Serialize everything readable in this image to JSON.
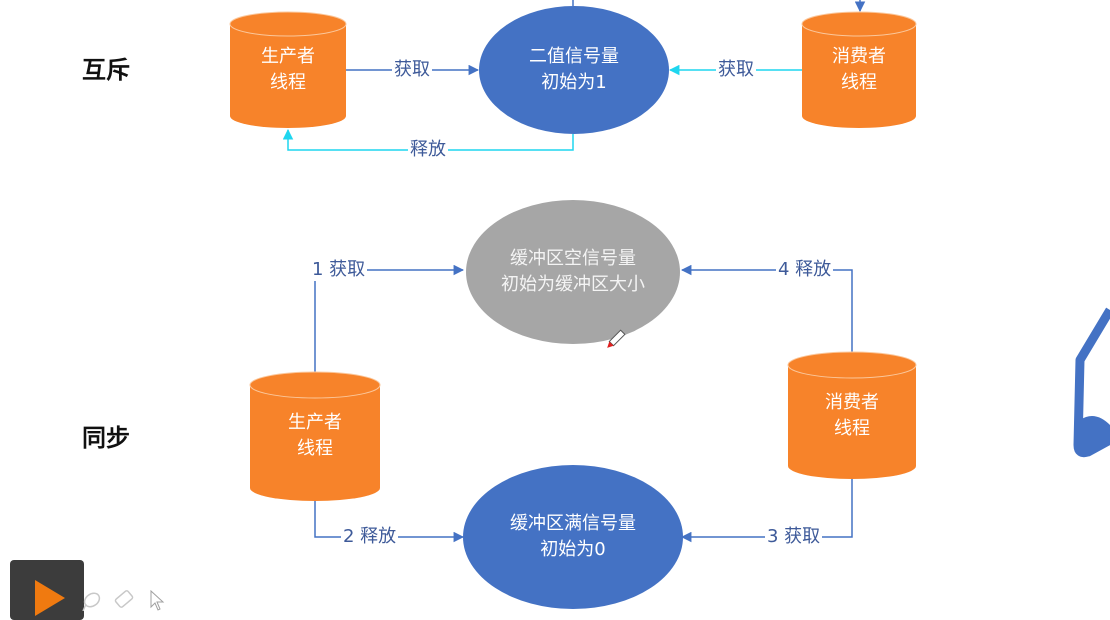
{
  "colors": {
    "thread": "#f7832a",
    "semaphore_blue": "#4472c4",
    "semaphore_gray": "#a6a6a6",
    "arrow_blue": "#4472c4",
    "arrow_cyan": "#1fd6ef",
    "edge_text": "#3e5a99"
  },
  "mutex": {
    "title": "互斥",
    "producer": {
      "line1": "生产者",
      "line2": "线程"
    },
    "consumer": {
      "line1": "消费者",
      "line2": "线程"
    },
    "semaphore": {
      "line1": "二值信号量",
      "line2": "初始为1"
    },
    "edges": {
      "producer_acquire": "获取",
      "consumer_acquire": "获取",
      "release": "释放"
    }
  },
  "sync": {
    "title": "同步",
    "producer": {
      "line1": "生产者",
      "line2": "线程"
    },
    "consumer": {
      "line1": "消费者",
      "line2": "线程"
    },
    "empty_semaphore": {
      "line1": "缓冲区空信号量",
      "line2": "初始为缓冲区大小"
    },
    "full_semaphore": {
      "line1": "缓冲区满信号量",
      "line2": "初始为0"
    },
    "edges": {
      "step1": "1 获取",
      "step2": "2 释放",
      "step3": "3 获取",
      "step4": "4 释放"
    }
  },
  "toolbar": {
    "play": "play-icon",
    "pen": "pen-icon",
    "lasso": "lasso-icon",
    "eraser": "eraser-icon",
    "pointer": "pointer-icon"
  }
}
